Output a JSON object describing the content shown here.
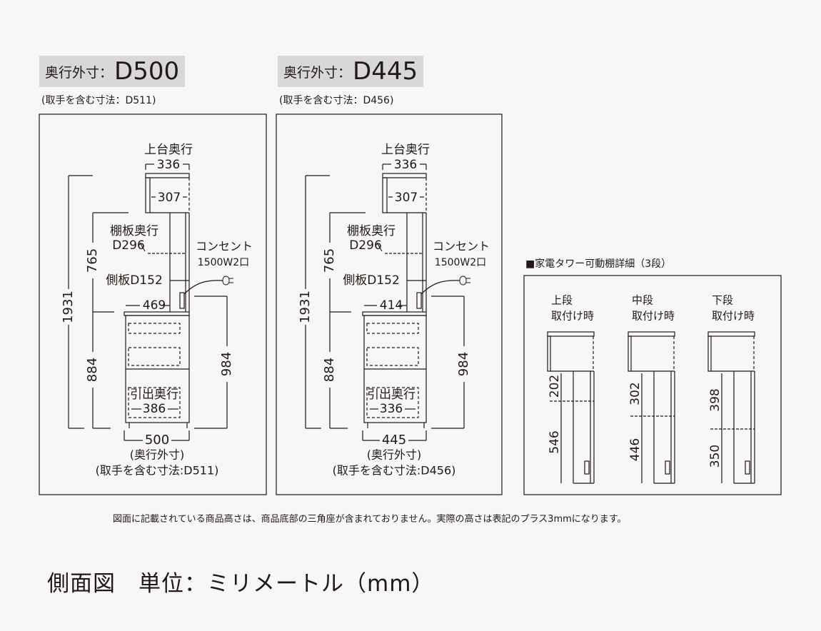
{
  "panels": [
    {
      "header_label": "奥行外寸：",
      "header_value": "D500",
      "handle_note": "(取手を含む寸法：D511)",
      "upper_label": "上台奥行",
      "upper_depth": "336",
      "upper_inner": "307",
      "shelf_label": "棚板奥行",
      "shelf_depth": "D296",
      "outlet_label": "コンセント",
      "outlet_spec": "1500W2口",
      "side_label": "側板D152",
      "counter_depth": "469",
      "h_total": "1931",
      "h_tower": "765",
      "h_base": "884",
      "h_counter": "984",
      "drawer_label": "引出奥行",
      "drawer_depth": "386",
      "depth": "500",
      "depth_caption": "(奥行外寸)",
      "depth_handle": "(取手を含む寸法:D511)"
    },
    {
      "header_label": "奥行外寸：",
      "header_value": "D445",
      "handle_note": "(取手を含む寸法：D456)",
      "upper_label": "上台奥行",
      "upper_depth": "336",
      "upper_inner": "307",
      "shelf_label": "棚板奥行",
      "shelf_depth": "D296",
      "outlet_label": "コンセント",
      "outlet_spec": "1500W2口",
      "side_label": "側板D152",
      "counter_depth": "414",
      "h_total": "1931",
      "h_tower": "765",
      "h_base": "884",
      "h_counter": "984",
      "drawer_label": "引出奥行",
      "drawer_depth": "336",
      "depth": "445",
      "depth_caption": "(奥行外寸)",
      "depth_handle": "(取手を含む寸法:D456)"
    }
  ],
  "detail": {
    "title": "■家電タワー可動棚詳細（3段）",
    "items": [
      {
        "pos": "上段",
        "caption": "取付け時",
        "upper": "202",
        "lower": "546"
      },
      {
        "pos": "中段",
        "caption": "取付け時",
        "upper": "302",
        "lower": "446"
      },
      {
        "pos": "下段",
        "caption": "取付け時",
        "upper": "398",
        "lower": "350"
      }
    ]
  },
  "note": "図面に記載されている商品高さは、商品底部の三角座が含まれておりません。実際の高さは表記のプラス3mmになります。",
  "page_title": "側面図　単位：ミリメートル（mm）",
  "colors": {
    "line": "#231815",
    "header_bg": "#d8d8d8",
    "shelf": "#777777"
  }
}
